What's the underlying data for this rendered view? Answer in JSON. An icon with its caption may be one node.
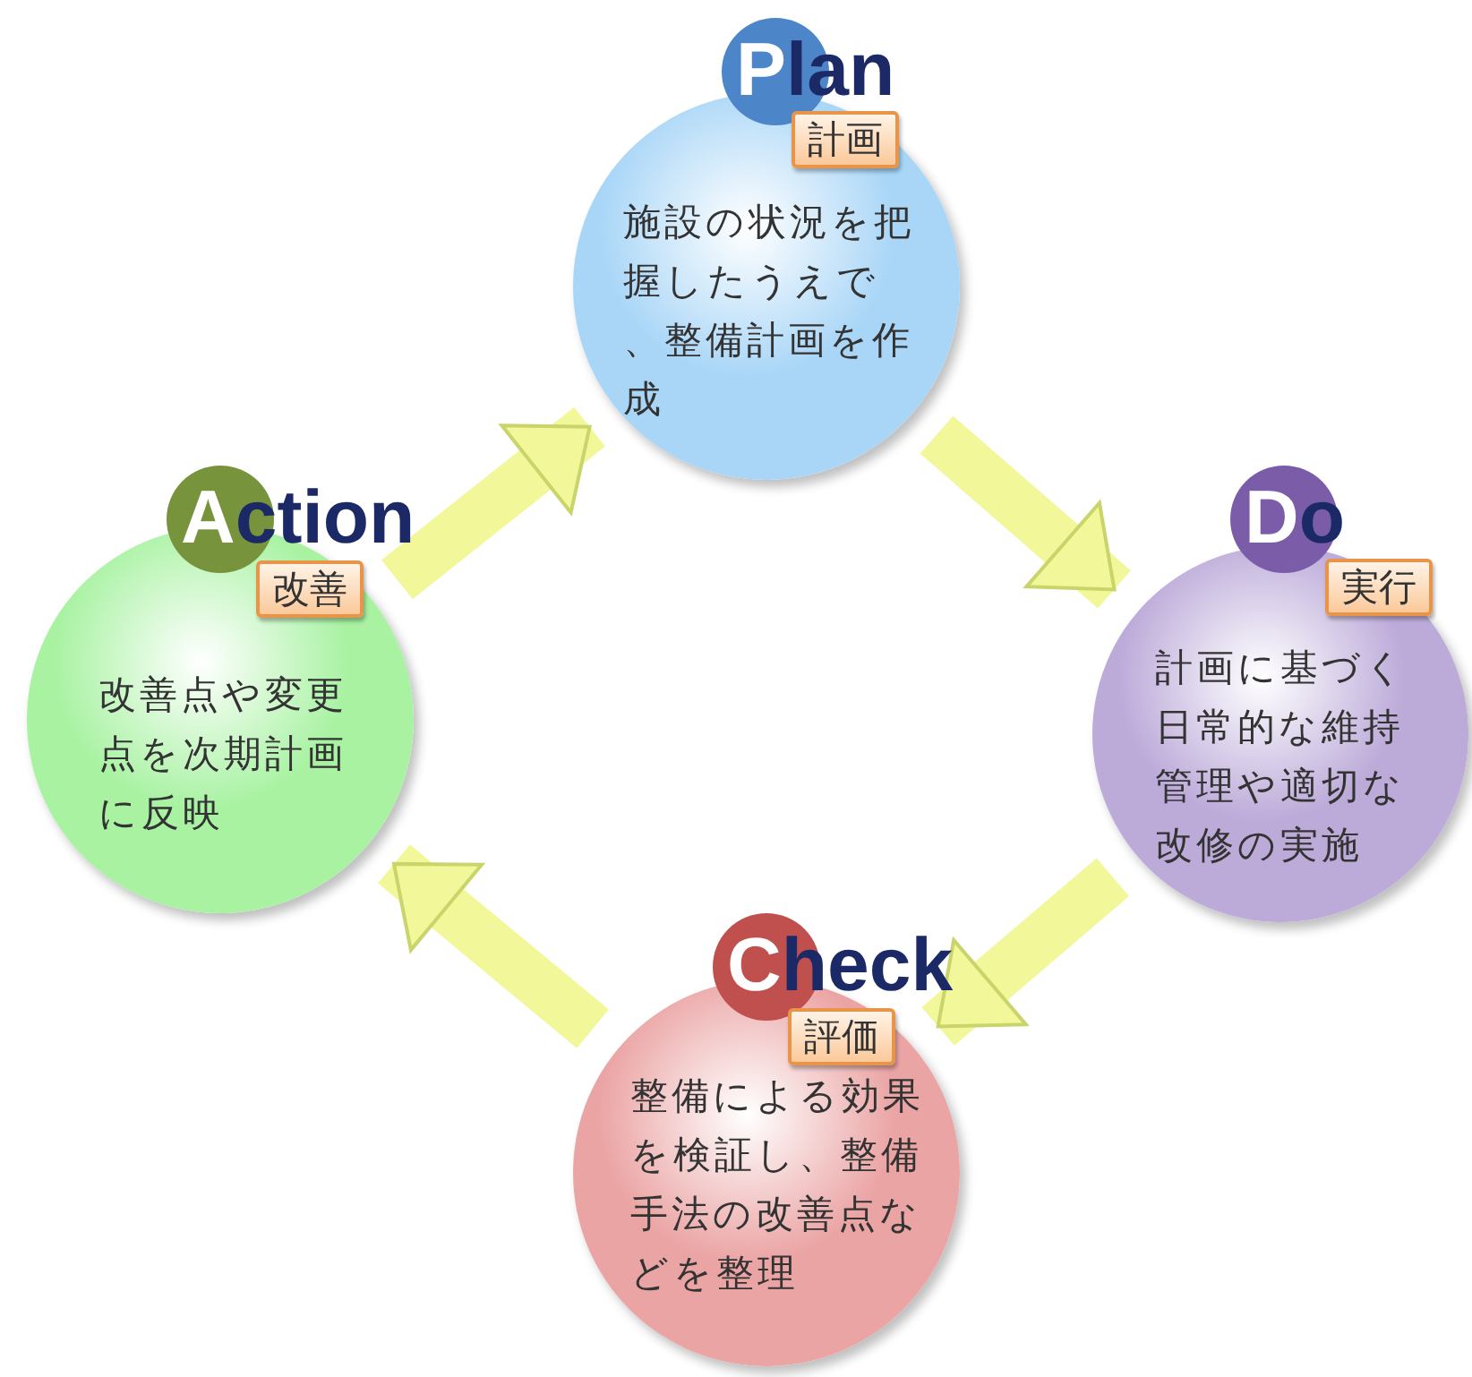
{
  "diagram": {
    "nodes": [
      {
        "text": [
          "Plan",
          "計画",
          "施設の状況を把握したうえで、整備計画を作成"
        ]
      },
      {
        "text": [
          "Do",
          "実行",
          "計画に基づく日常的な維持管理や適切な改修の実施"
        ]
      },
      {
        "text": [
          "Check",
          "評価",
          "整備による効果を検証し、整備手法の改善点などを整理"
        ]
      },
      {
        "text": [
          "Action",
          "改善",
          "改善点や変更点を次期計画に反映"
        ]
      }
    ],
    "edges": [
      {
        "from": 0,
        "to": 1,
        "arrow": "to"
      },
      {
        "from": 1,
        "to": 2,
        "arrow": "to"
      },
      {
        "from": 2,
        "to": 3,
        "arrow": "to"
      },
      {
        "from": 3,
        "to": 0,
        "arrow": "to"
      }
    ]
  }
}
